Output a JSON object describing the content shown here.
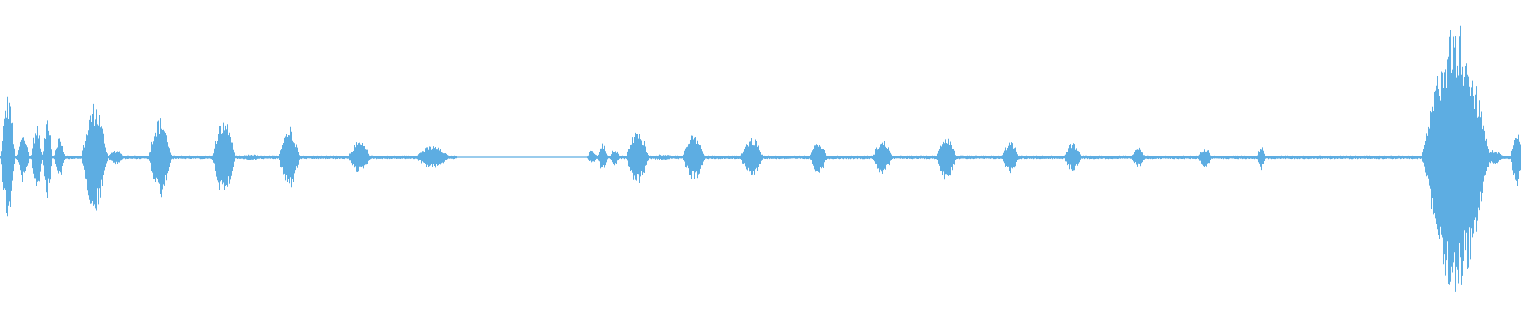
{
  "waveform": {
    "color": "#5DADE2",
    "background": "#FFFFFF",
    "amplitude_range": [
      -1,
      1
    ],
    "duration_fraction_range": [
      0,
      1
    ],
    "segments": [
      {
        "type": "burst",
        "center": 0.005,
        "width": 0.01,
        "amp": 0.44
      },
      {
        "type": "burst",
        "center": 0.015,
        "width": 0.008,
        "amp": 0.18
      },
      {
        "type": "burst",
        "center": 0.024,
        "width": 0.008,
        "amp": 0.22
      },
      {
        "type": "burst",
        "center": 0.031,
        "width": 0.007,
        "amp": 0.28
      },
      {
        "type": "burst",
        "center": 0.039,
        "width": 0.008,
        "amp": 0.14
      },
      {
        "type": "burst",
        "center": 0.062,
        "width": 0.018,
        "amp": 0.38
      },
      {
        "type": "burst",
        "center": 0.076,
        "width": 0.012,
        "amp": 0.05
      },
      {
        "type": "burst",
        "center": 0.105,
        "width": 0.016,
        "amp": 0.28
      },
      {
        "type": "burst",
        "center": 0.147,
        "width": 0.016,
        "amp": 0.27
      },
      {
        "type": "burst",
        "center": 0.165,
        "width": 0.02,
        "amp": 0.02
      },
      {
        "type": "burst",
        "center": 0.19,
        "width": 0.015,
        "amp": 0.22
      },
      {
        "type": "burst",
        "center": 0.236,
        "width": 0.016,
        "amp": 0.11
      },
      {
        "type": "burst",
        "center": 0.284,
        "width": 0.024,
        "amp": 0.08
      },
      {
        "type": "burst",
        "center": 0.389,
        "width": 0.007,
        "amp": 0.05
      },
      {
        "type": "burst",
        "center": 0.396,
        "width": 0.007,
        "amp": 0.1
      },
      {
        "type": "burst",
        "center": 0.404,
        "width": 0.007,
        "amp": 0.06
      },
      {
        "type": "burst",
        "center": 0.419,
        "width": 0.016,
        "amp": 0.19
      },
      {
        "type": "burst",
        "center": 0.435,
        "width": 0.02,
        "amp": 0.02
      },
      {
        "type": "burst",
        "center": 0.456,
        "width": 0.016,
        "amp": 0.17
      },
      {
        "type": "burst",
        "center": 0.494,
        "width": 0.016,
        "amp": 0.14
      },
      {
        "type": "burst",
        "center": 0.538,
        "width": 0.012,
        "amp": 0.12
      },
      {
        "type": "burst",
        "center": 0.58,
        "width": 0.014,
        "amp": 0.12
      },
      {
        "type": "burst",
        "center": 0.622,
        "width": 0.014,
        "amp": 0.16
      },
      {
        "type": "burst",
        "center": 0.664,
        "width": 0.012,
        "amp": 0.11
      },
      {
        "type": "burst",
        "center": 0.705,
        "width": 0.012,
        "amp": 0.1
      },
      {
        "type": "burst",
        "center": 0.748,
        "width": 0.01,
        "amp": 0.07
      },
      {
        "type": "burst",
        "center": 0.792,
        "width": 0.01,
        "amp": 0.07
      },
      {
        "type": "burst",
        "center": 0.829,
        "width": 0.006,
        "amp": 0.09
      },
      {
        "type": "burst",
        "center": 0.957,
        "width": 0.046,
        "amp": 0.94
      },
      {
        "type": "burst",
        "center": 0.982,
        "width": 0.014,
        "amp": 0.05
      },
      {
        "type": "burst",
        "center": 0.997,
        "width": 0.008,
        "amp": 0.22
      }
    ],
    "noise_floor": 0.012,
    "silent_gap": [
      0.3,
      0.386
    ]
  }
}
